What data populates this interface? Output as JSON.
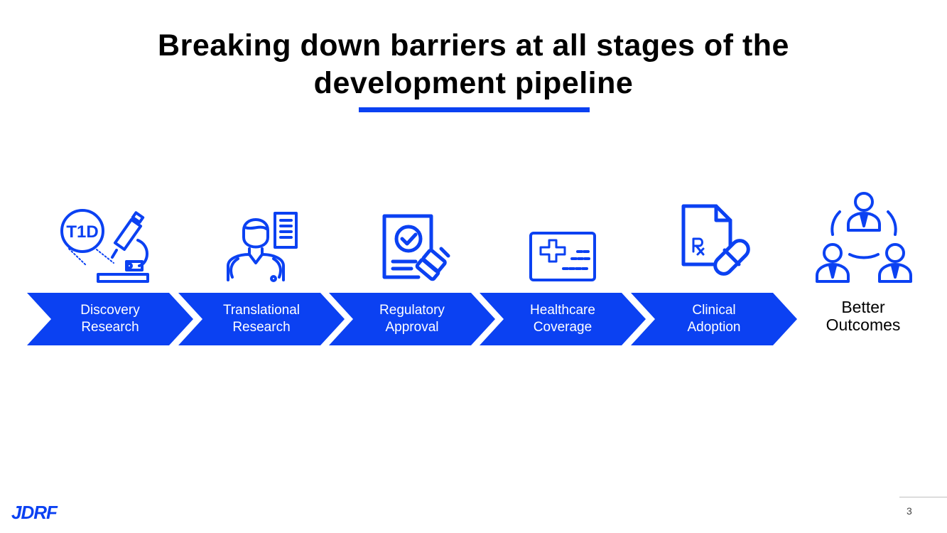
{
  "title": {
    "line1": "Breaking down barriers at all stages of the",
    "line2": "development pipeline"
  },
  "brand_color": "#0b41f2",
  "stages": [
    {
      "line1": "Discovery",
      "line2": "Research",
      "icon": "microscope-icon",
      "badge": "T1D"
    },
    {
      "line1": "Translational",
      "line2": "Research",
      "icon": "doctor-icon"
    },
    {
      "line1": "Regulatory",
      "line2": "Approval",
      "icon": "approval-stamp-icon"
    },
    {
      "line1": "Healthcare",
      "line2": "Coverage",
      "icon": "insurance-card-icon"
    },
    {
      "line1": "Clinical",
      "line2": "Adoption",
      "icon": "prescription-pill-icon"
    }
  ],
  "outcome": {
    "line1": "Better",
    "line2": "Outcomes",
    "icon": "people-network-icon"
  },
  "footer": {
    "logo": "JDRF",
    "page_number": "3"
  }
}
